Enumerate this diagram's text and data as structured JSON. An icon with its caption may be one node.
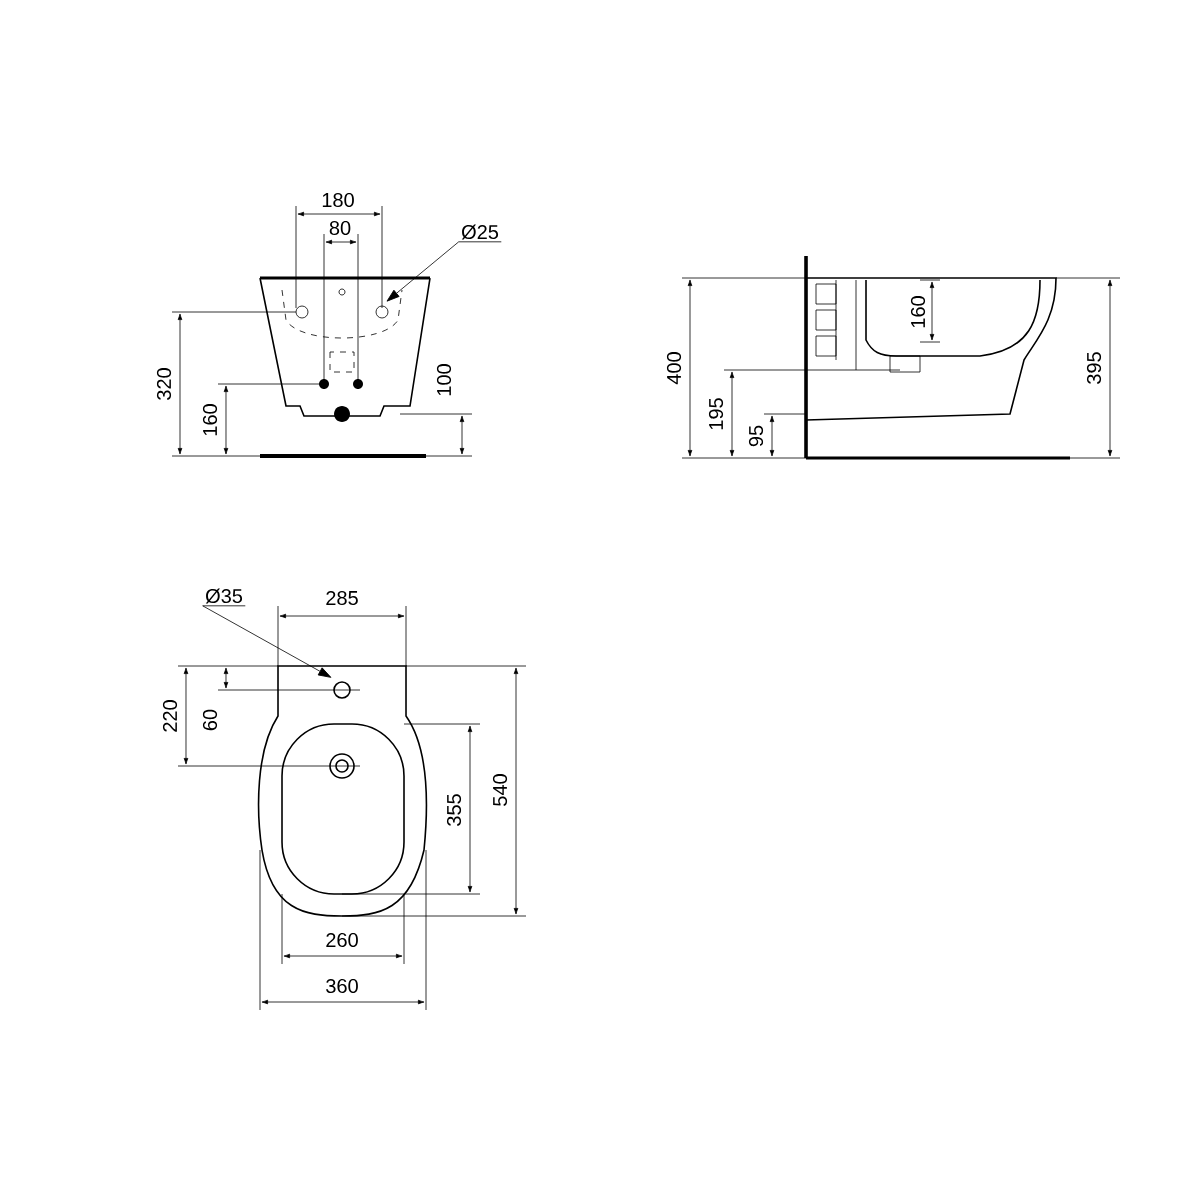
{
  "diagram": {
    "nodes": [
      {
        "text": [
          "Ø25"
        ]
      },
      {
        "text": [
          "Ø35"
        ]
      }
    ],
    "edges": [
      {
        "from": 0,
        "to": null,
        "arrow": "to"
      },
      {
        "from": 1,
        "to": null,
        "arrow": "to"
      }
    ],
    "labels": [
      "180",
      "80",
      "320",
      "160",
      "100",
      "400",
      "160",
      "195",
      "95",
      "395",
      "285",
      "220",
      "60",
      "355",
      "540",
      "260",
      "360"
    ]
  }
}
